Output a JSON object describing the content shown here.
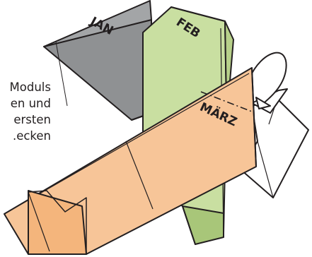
{
  "labels": {
    "jan": "JAN",
    "feb": "FEB",
    "maerz": "MÄRZ"
  },
  "instructions": [
    "Moduls",
    "en und",
    "ersten",
    "ecken."
  ],
  "colors": {
    "jan_fill": "#8f9193",
    "feb_fill": "#c9dfa1",
    "maerz_fill": "#f7c598",
    "outline": "#231f20",
    "background": "#ffffff"
  }
}
